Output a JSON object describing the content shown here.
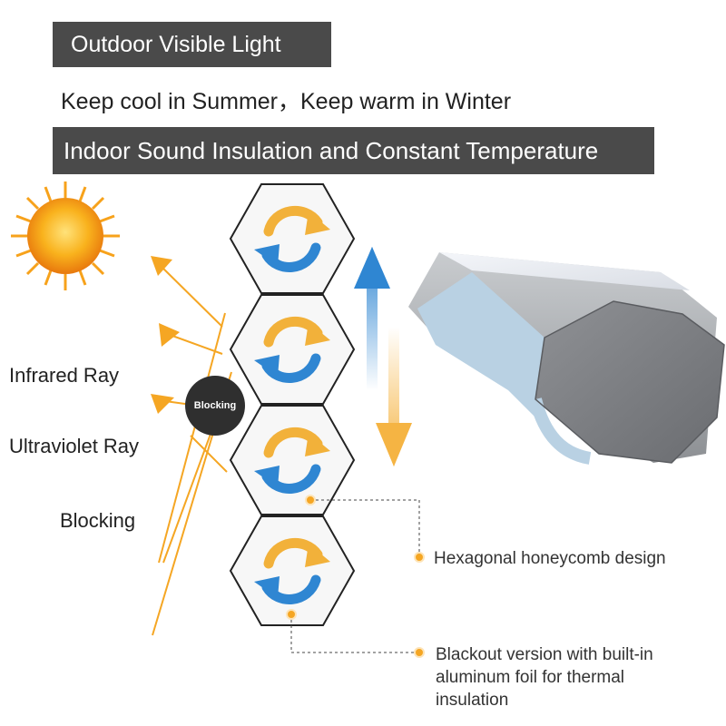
{
  "headline_top": "Outdoor Visible Light",
  "subtitle": "Keep cool in Summer，Keep warm in Winter",
  "headline_bottom": "Indoor Sound Insulation and Constant Temperature",
  "labels": {
    "infrared": "Infrared Ray",
    "ultraviolet": "Ultraviolet Ray",
    "blocking": "Blocking"
  },
  "badge_text": "Blocking",
  "callouts": {
    "hexagon": "Hexagonal honeycomb design",
    "foil": "Blackout version with built-in aluminum foil for thermal insulation"
  },
  "colors": {
    "banner_bg": "#4a4a4a",
    "accent_orange": "#f5a623",
    "accent_blue": "#3a8fd6",
    "sun": "#f7a21b"
  },
  "icons": [
    "sun-icon",
    "honeycomb-hexagon-icon",
    "cycle-arrows-icon",
    "up-arrow-icon",
    "down-arrow-icon",
    "foam-roll-icon"
  ]
}
